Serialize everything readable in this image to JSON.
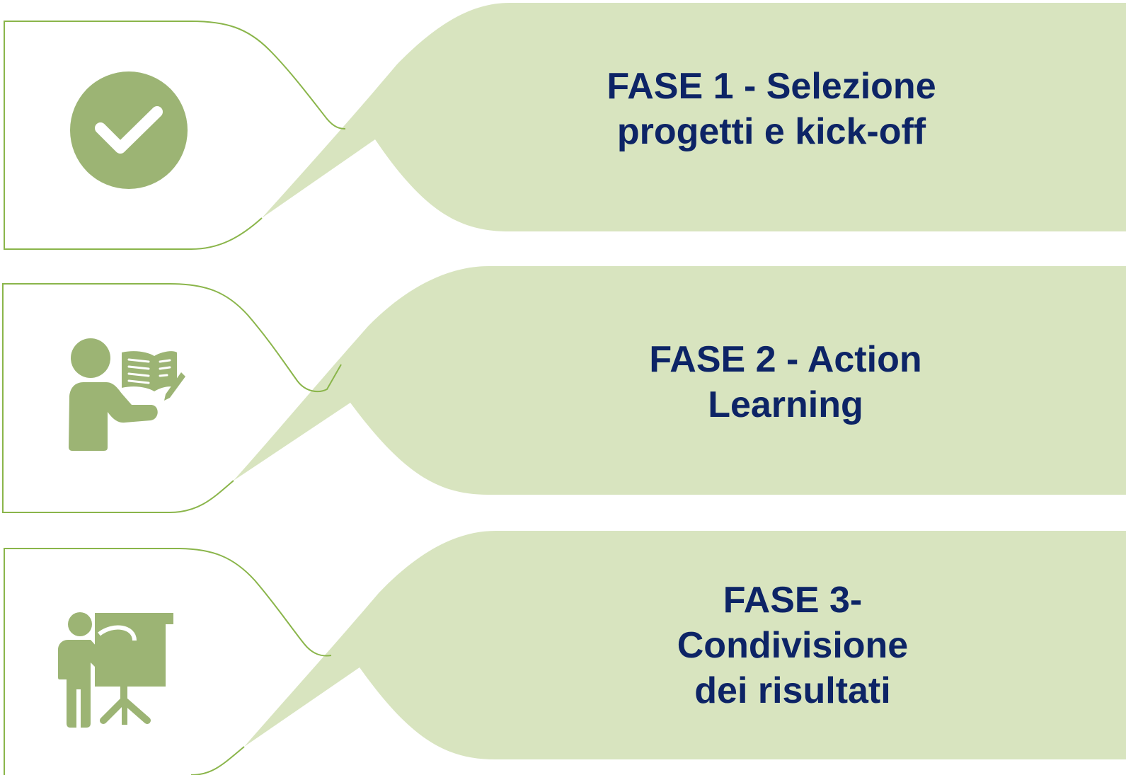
{
  "colors": {
    "banner_fill": "#d8e4bf",
    "outline": "#8ab54a",
    "icon": "#9cb474",
    "text": "#0d2466"
  },
  "phases": [
    {
      "lines": [
        "FASE 1 - Selezione",
        "progetti e kick-off"
      ],
      "icon": "check-circle-icon"
    },
    {
      "lines": [
        "FASE 2 - Action",
        "Learning"
      ],
      "icon": "teacher-reading-book-icon"
    },
    {
      "lines": [
        "FASE 3-",
        "Condivisione",
        "dei risultati"
      ],
      "icon": "presenter-whiteboard-icon"
    }
  ]
}
